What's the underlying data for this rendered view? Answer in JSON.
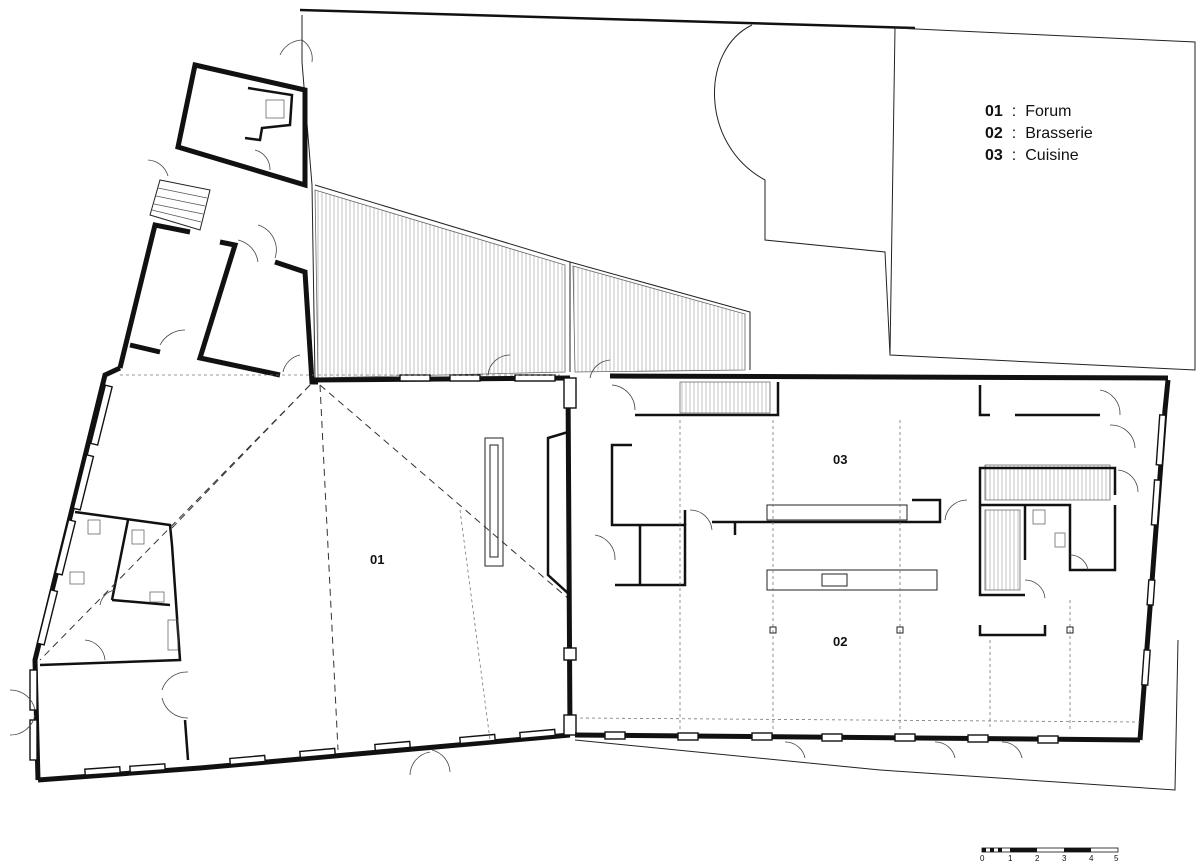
{
  "rooms": [
    {
      "code": "01",
      "name": "Forum"
    },
    {
      "code": "02",
      "name": "Brasserie"
    },
    {
      "code": "03",
      "name": "Cuisine"
    }
  ],
  "legend": {
    "separator": ":",
    "entries": [
      {
        "code": "01",
        "name": "Forum"
      },
      {
        "code": "02",
        "name": "Brasserie"
      },
      {
        "code": "03",
        "name": "Cuisine"
      }
    ]
  },
  "scale_bar": {
    "ticks": [
      "0",
      "1",
      "2",
      "3",
      "4",
      "5"
    ]
  }
}
